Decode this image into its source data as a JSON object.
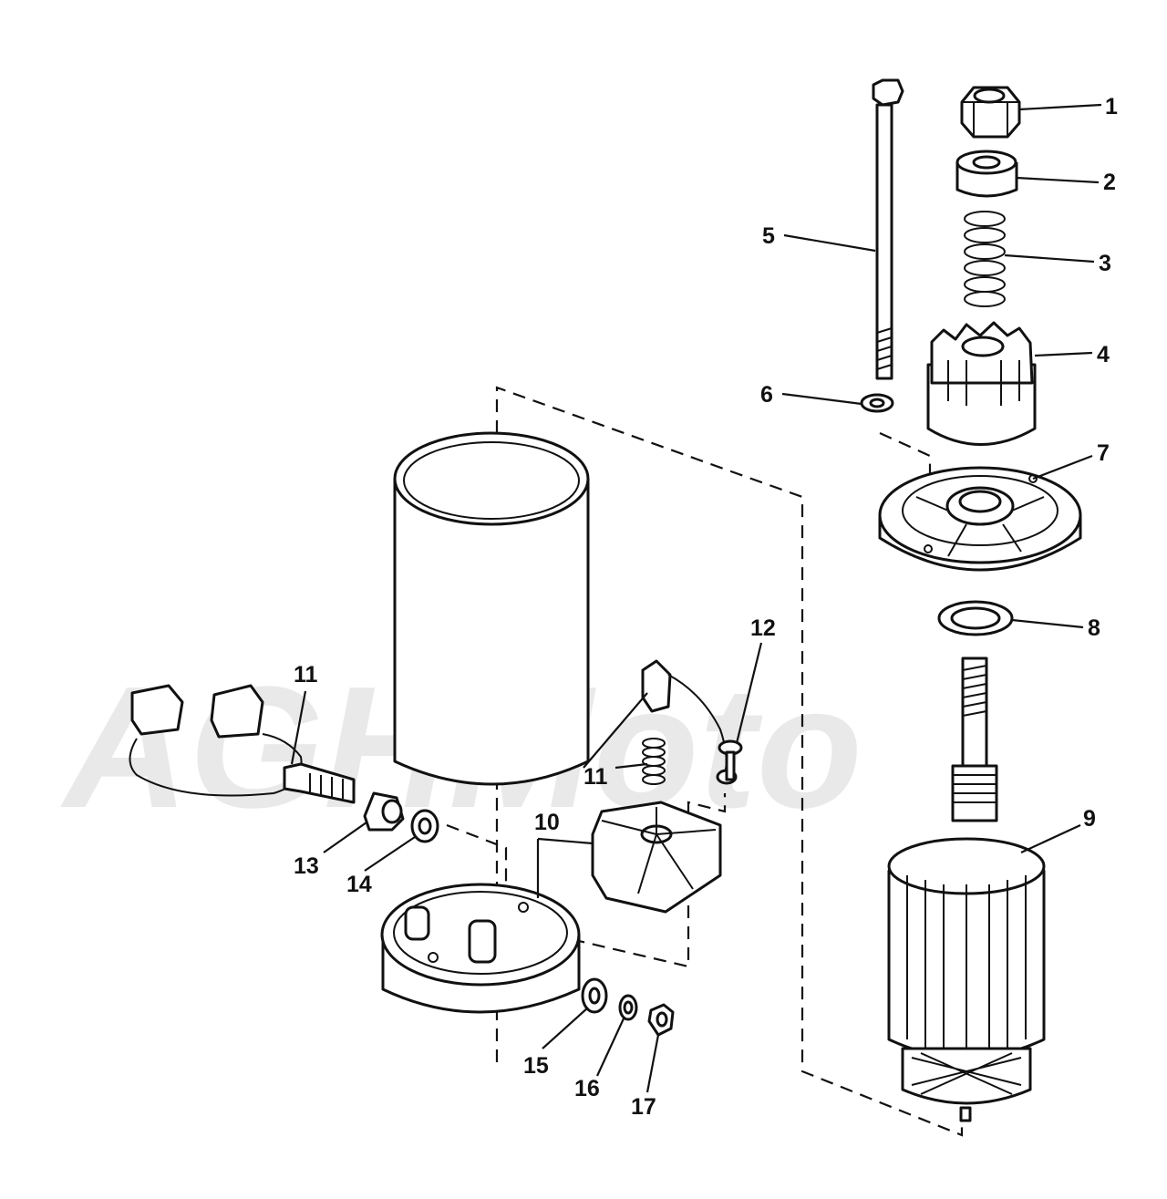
{
  "callouts": [
    {
      "id": "c1",
      "label": "1"
    },
    {
      "id": "c2",
      "label": "2"
    },
    {
      "id": "c3",
      "label": "3"
    },
    {
      "id": "c4",
      "label": "4"
    },
    {
      "id": "c5",
      "label": "5"
    },
    {
      "id": "c6",
      "label": "6"
    },
    {
      "id": "c7",
      "label": "7"
    },
    {
      "id": "c8",
      "label": "8"
    },
    {
      "id": "c9",
      "label": "9"
    },
    {
      "id": "c10",
      "label": "10"
    },
    {
      "id": "c11a",
      "label": "11"
    },
    {
      "id": "c11b",
      "label": "11"
    },
    {
      "id": "c12",
      "label": "12"
    },
    {
      "id": "c13",
      "label": "13"
    },
    {
      "id": "c14",
      "label": "14"
    },
    {
      "id": "c15",
      "label": "15"
    },
    {
      "id": "c16",
      "label": "16"
    },
    {
      "id": "c17",
      "label": "17"
    }
  ],
  "watermark": {
    "text": "AGHMoto"
  },
  "colors": {
    "line": "#111111",
    "background": "#ffffff",
    "watermark": "#d8d8d8"
  }
}
